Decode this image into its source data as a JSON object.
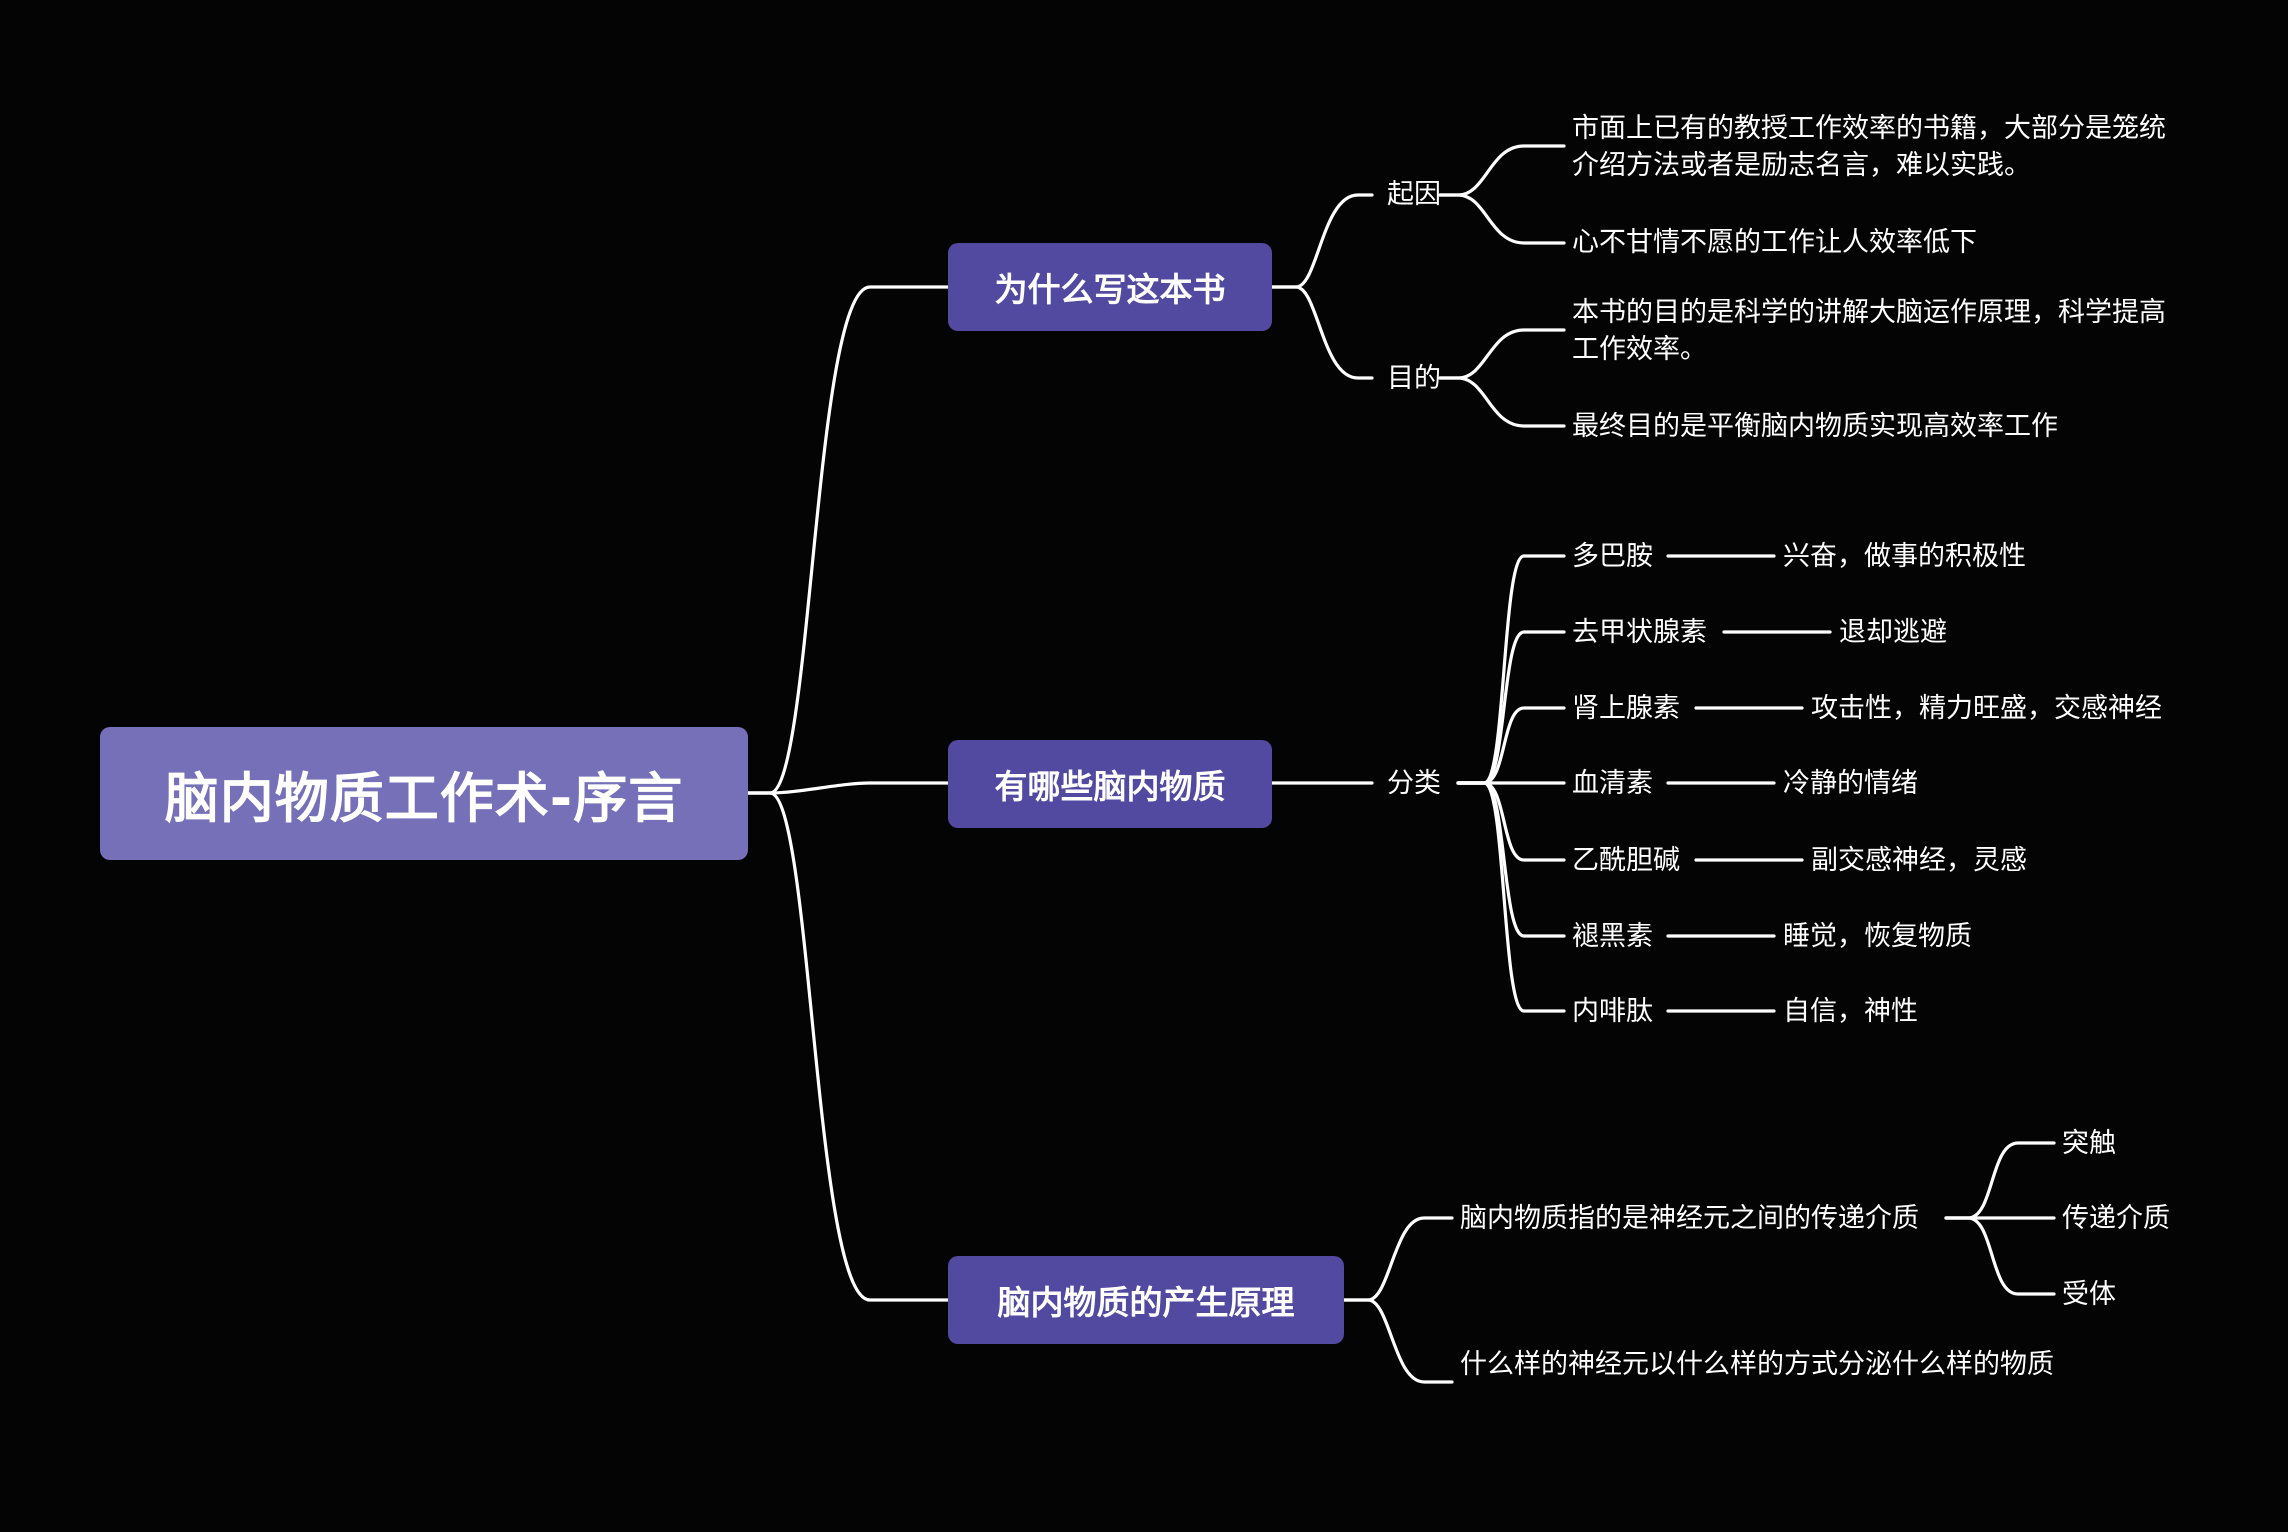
{
  "root": "脑内物质工作术-序言",
  "branches": [
    {
      "label": "为什么写这本书",
      "children": [
        {
          "label": "起因",
          "children": [
            "市面上已有的教授工作效率的书籍，大部分是笼统介绍方法或者是励志名言，难以实践。",
            "心不甘情不愿的工作让人效率低下"
          ]
        },
        {
          "label": "目的",
          "children": [
            "本书的目的是科学的讲解大脑运作原理，科学提高工作效率。",
            "最终目的是平衡脑内物质实现高效率工作"
          ]
        }
      ]
    },
    {
      "label": "有哪些脑内物质",
      "children": [
        {
          "label": "分类",
          "items": [
            {
              "name": "多巴胺",
              "desc": "兴奋，做事的积极性"
            },
            {
              "name": "去甲状腺素",
              "desc": "退却逃避"
            },
            {
              "name": "肾上腺素",
              "desc": "攻击性，精力旺盛，交感神经"
            },
            {
              "name": "血清素",
              "desc": "冷静的情绪"
            },
            {
              "name": "乙酰胆碱",
              "desc": "副交感神经，灵感"
            },
            {
              "name": "褪黑素",
              "desc": "睡觉，恢复物质"
            },
            {
              "name": "内啡肽",
              "desc": "自信，神性"
            }
          ]
        }
      ]
    },
    {
      "label": "脑内物质的产生原理",
      "children": [
        {
          "label": "脑内物质指的是神经元之间的传递介质",
          "children": [
            "突触",
            "传递介质",
            "受体"
          ]
        },
        {
          "label": "什么样的神经元以什么样的方式分泌什么样的物质"
        }
      ]
    }
  ],
  "colors": {
    "background": "#050405",
    "root_fill": "#7570b8",
    "branch_fill": "#524aa0",
    "line": "#ffffff",
    "text": "#ffffff"
  }
}
